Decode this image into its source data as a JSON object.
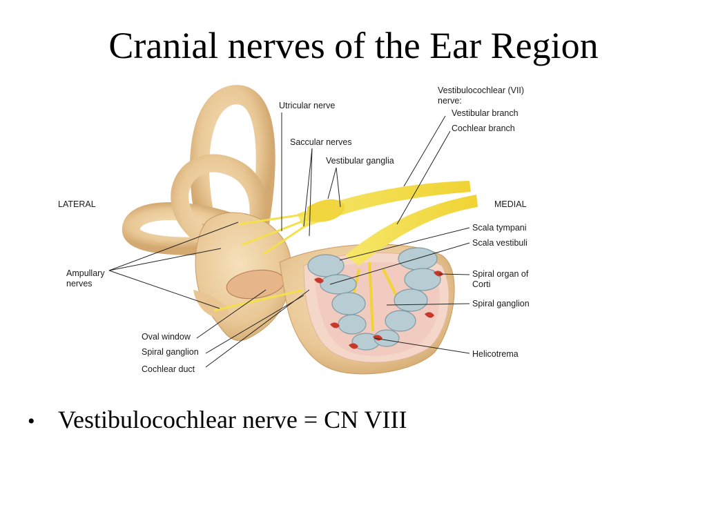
{
  "slide": {
    "title": "Cranial nerves of the Ear Region",
    "bullets": [
      {
        "mark": "•",
        "text": "Vestibulocochlear nerve = CN VIII"
      }
    ]
  },
  "figure": {
    "orientation": {
      "lateral": "LATERAL",
      "medial": "MEDIAL"
    },
    "labels": {
      "utricular_nerve": "Utricular nerve",
      "saccular_nerves": "Saccular nerves",
      "vestibular_ganglia": "Vestibular ganglia",
      "vestibulocochlear_nerve": "Vestibulocochlear (VII)\nnerve:",
      "vestibular_branch": "Vestibular branch",
      "cochlear_branch": "Cochlear branch",
      "ampullary_nerves": "Ampullary\nnerves",
      "scala_tympani": "Scala tympani",
      "scala_vestibuli": "Scala vestibuli",
      "spiral_organ_of_corti": "Spiral organ of\nCorti",
      "spiral_ganglion_right": "Spiral ganglion",
      "helicotrema": "Helicotrema",
      "oval_window": "Oval window",
      "spiral_ganglion_left": "Spiral ganglion",
      "cochlear_duct": "Cochlear duct"
    },
    "colors": {
      "bone": "#efd3a8",
      "bone_shadow": "#d8b07c",
      "nerve": "#f3e04a",
      "duct": "#b7cdd3",
      "organ_red": "#c8382a",
      "tissue_pink": "#f2c7bd"
    }
  }
}
